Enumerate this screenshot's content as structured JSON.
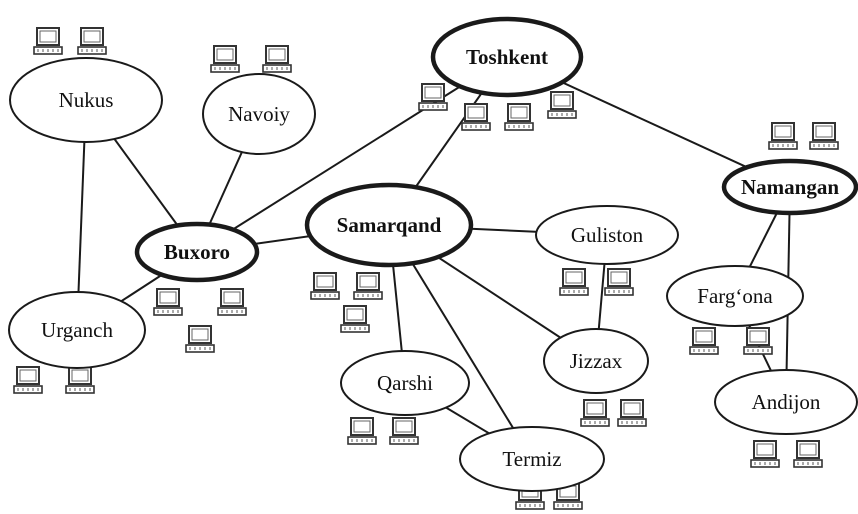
{
  "diagram": {
    "nodes": [
      {
        "id": "toshkent",
        "label": "Toshkent",
        "major": true
      },
      {
        "id": "samarqand",
        "label": "Samarqand",
        "major": true
      },
      {
        "id": "buxoro",
        "label": "Buxoro",
        "major": true
      },
      {
        "id": "namangan",
        "label": "Namangan",
        "major": true
      },
      {
        "id": "nukus",
        "label": "Nukus",
        "major": false
      },
      {
        "id": "navoiy",
        "label": "Navoiy",
        "major": false
      },
      {
        "id": "urganch",
        "label": "Urganch",
        "major": false
      },
      {
        "id": "guliston",
        "label": "Guliston",
        "major": false
      },
      {
        "id": "jizzax",
        "label": "Jizzax",
        "major": false
      },
      {
        "id": "qarshi",
        "label": "Qarshi",
        "major": false
      },
      {
        "id": "termiz",
        "label": "Termiz",
        "major": false
      },
      {
        "id": "fargona",
        "label": "Farg‘ona",
        "major": false
      },
      {
        "id": "andijon",
        "label": "Andijon",
        "major": false
      }
    ],
    "edges": [
      [
        "toshkent",
        "buxoro"
      ],
      [
        "toshkent",
        "samarqand"
      ],
      [
        "toshkent",
        "namangan"
      ],
      [
        "buxoro",
        "samarqand"
      ],
      [
        "buxoro",
        "nukus"
      ],
      [
        "buxoro",
        "navoiy"
      ],
      [
        "buxoro",
        "urganch"
      ],
      [
        "nukus",
        "urganch"
      ],
      [
        "samarqand",
        "guliston"
      ],
      [
        "samarqand",
        "jizzax"
      ],
      [
        "samarqand",
        "qarshi"
      ],
      [
        "samarqand",
        "termiz"
      ],
      [
        "guliston",
        "jizzax"
      ],
      [
        "qarshi",
        "termiz"
      ],
      [
        "namangan",
        "fargona"
      ],
      [
        "namangan",
        "andijon"
      ],
      [
        "fargona",
        "andijon"
      ]
    ],
    "computer_icon": "computer-terminal-icon",
    "computers_per_cluster": 2,
    "clusters": [
      "nukus",
      "navoiy",
      "toshkent-left",
      "toshkent-right",
      "namangan",
      "samarqand",
      "buxoro",
      "urganch",
      "guliston",
      "jizzax",
      "qarshi",
      "termiz",
      "fargona",
      "andijon"
    ]
  }
}
